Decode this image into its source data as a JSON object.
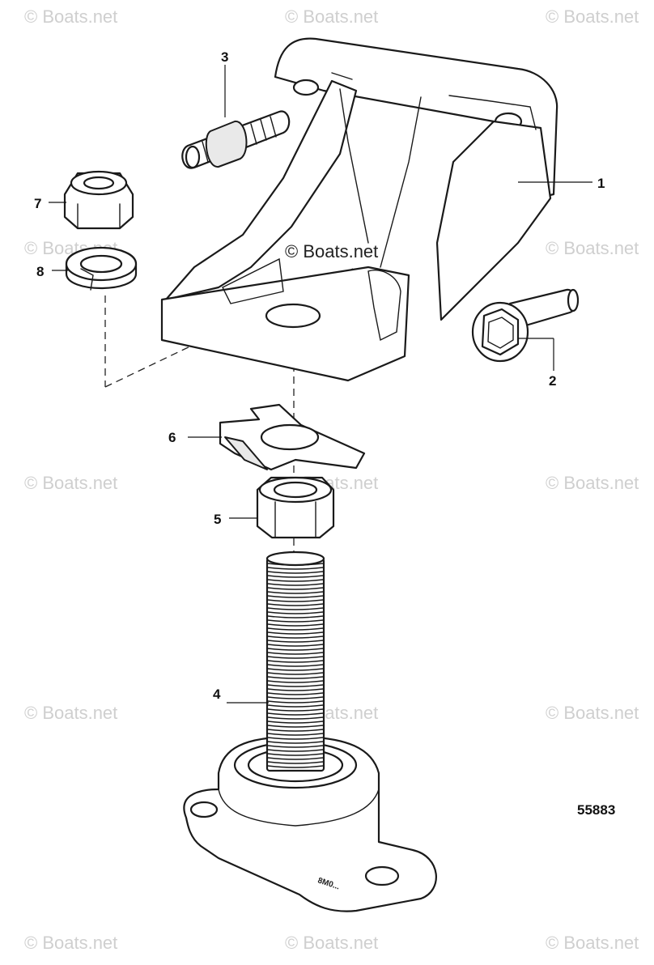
{
  "watermark": {
    "text": "© Boats.net"
  },
  "figure_number": "55883",
  "mount_stamp": "8M0...",
  "callouts": [
    {
      "id": "1",
      "label": "1"
    },
    {
      "id": "2",
      "label": "2"
    },
    {
      "id": "3",
      "label": "3"
    },
    {
      "id": "4",
      "label": "4"
    },
    {
      "id": "5",
      "label": "5"
    },
    {
      "id": "6",
      "label": "6"
    },
    {
      "id": "7",
      "label": "7"
    },
    {
      "id": "8",
      "label": "8"
    }
  ]
}
